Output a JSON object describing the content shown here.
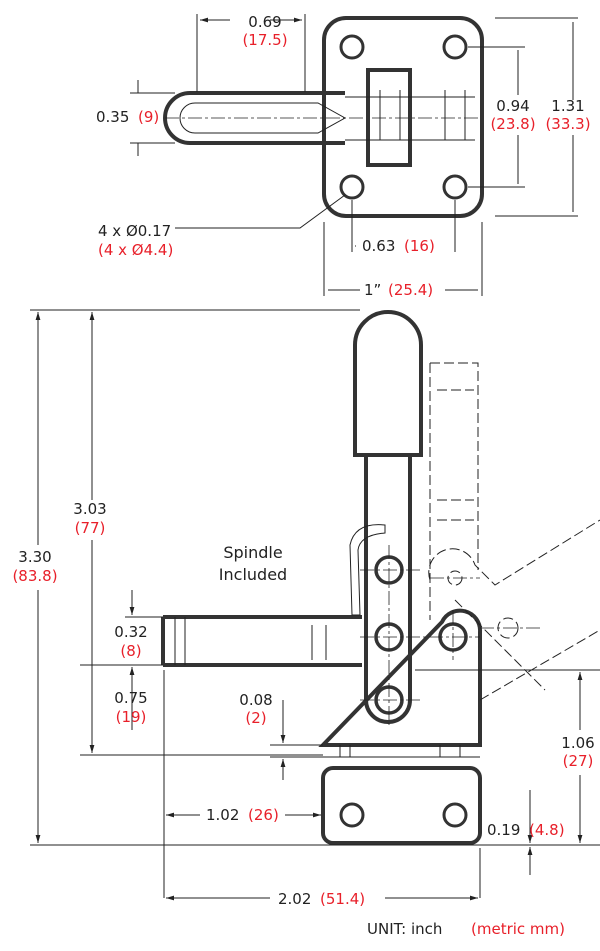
{
  "top_view": {
    "dim_handle_offset": {
      "inch": "0.69",
      "metric": "(17.5)"
    },
    "dim_handle_width": {
      "inch": "0.35",
      "metric": "(9)"
    },
    "dim_hole_spacing_v": {
      "inch": "0.94",
      "metric": "(23.8)"
    },
    "dim_plate_height": {
      "inch": "1.31",
      "metric": "(33.3)"
    },
    "dim_holes": {
      "inch": "4 x Ø0.17",
      "metric": "(4 x Ø4.4)"
    },
    "dim_hole_spacing_h": {
      "inch": "0.63",
      "metric": "(16)"
    },
    "dim_plate_width": {
      "inch": "1”",
      "metric": "(25.4)"
    }
  },
  "side_view": {
    "dim_total_height": {
      "inch": "3.30",
      "metric": "(83.8)"
    },
    "dim_handle_height": {
      "inch": "3.03",
      "metric": "(77)"
    },
    "spindle_note": {
      "line1": "Spindle",
      "line2": "Included"
    },
    "dim_bar_thickness": {
      "inch": "0.32",
      "metric": "(8)"
    },
    "dim_bar_height": {
      "inch": "0.75",
      "metric": "(19)"
    },
    "dim_base_thickness": {
      "inch": "0.08",
      "metric": "(2)"
    },
    "dim_pivot_height": {
      "inch": "1.06",
      "metric": "(27)"
    },
    "dim_reach": {
      "inch": "1.02",
      "metric": "(26)"
    },
    "dim_foot": {
      "inch": "0.19",
      "metric": "(4.8)"
    },
    "dim_total_length": {
      "inch": "2.02",
      "metric": "(51.4)"
    }
  },
  "units": {
    "inch": "UNIT: inch",
    "metric": "(metric mm)"
  },
  "colors": {
    "metric": "#e8202a",
    "lines": "#333333"
  }
}
